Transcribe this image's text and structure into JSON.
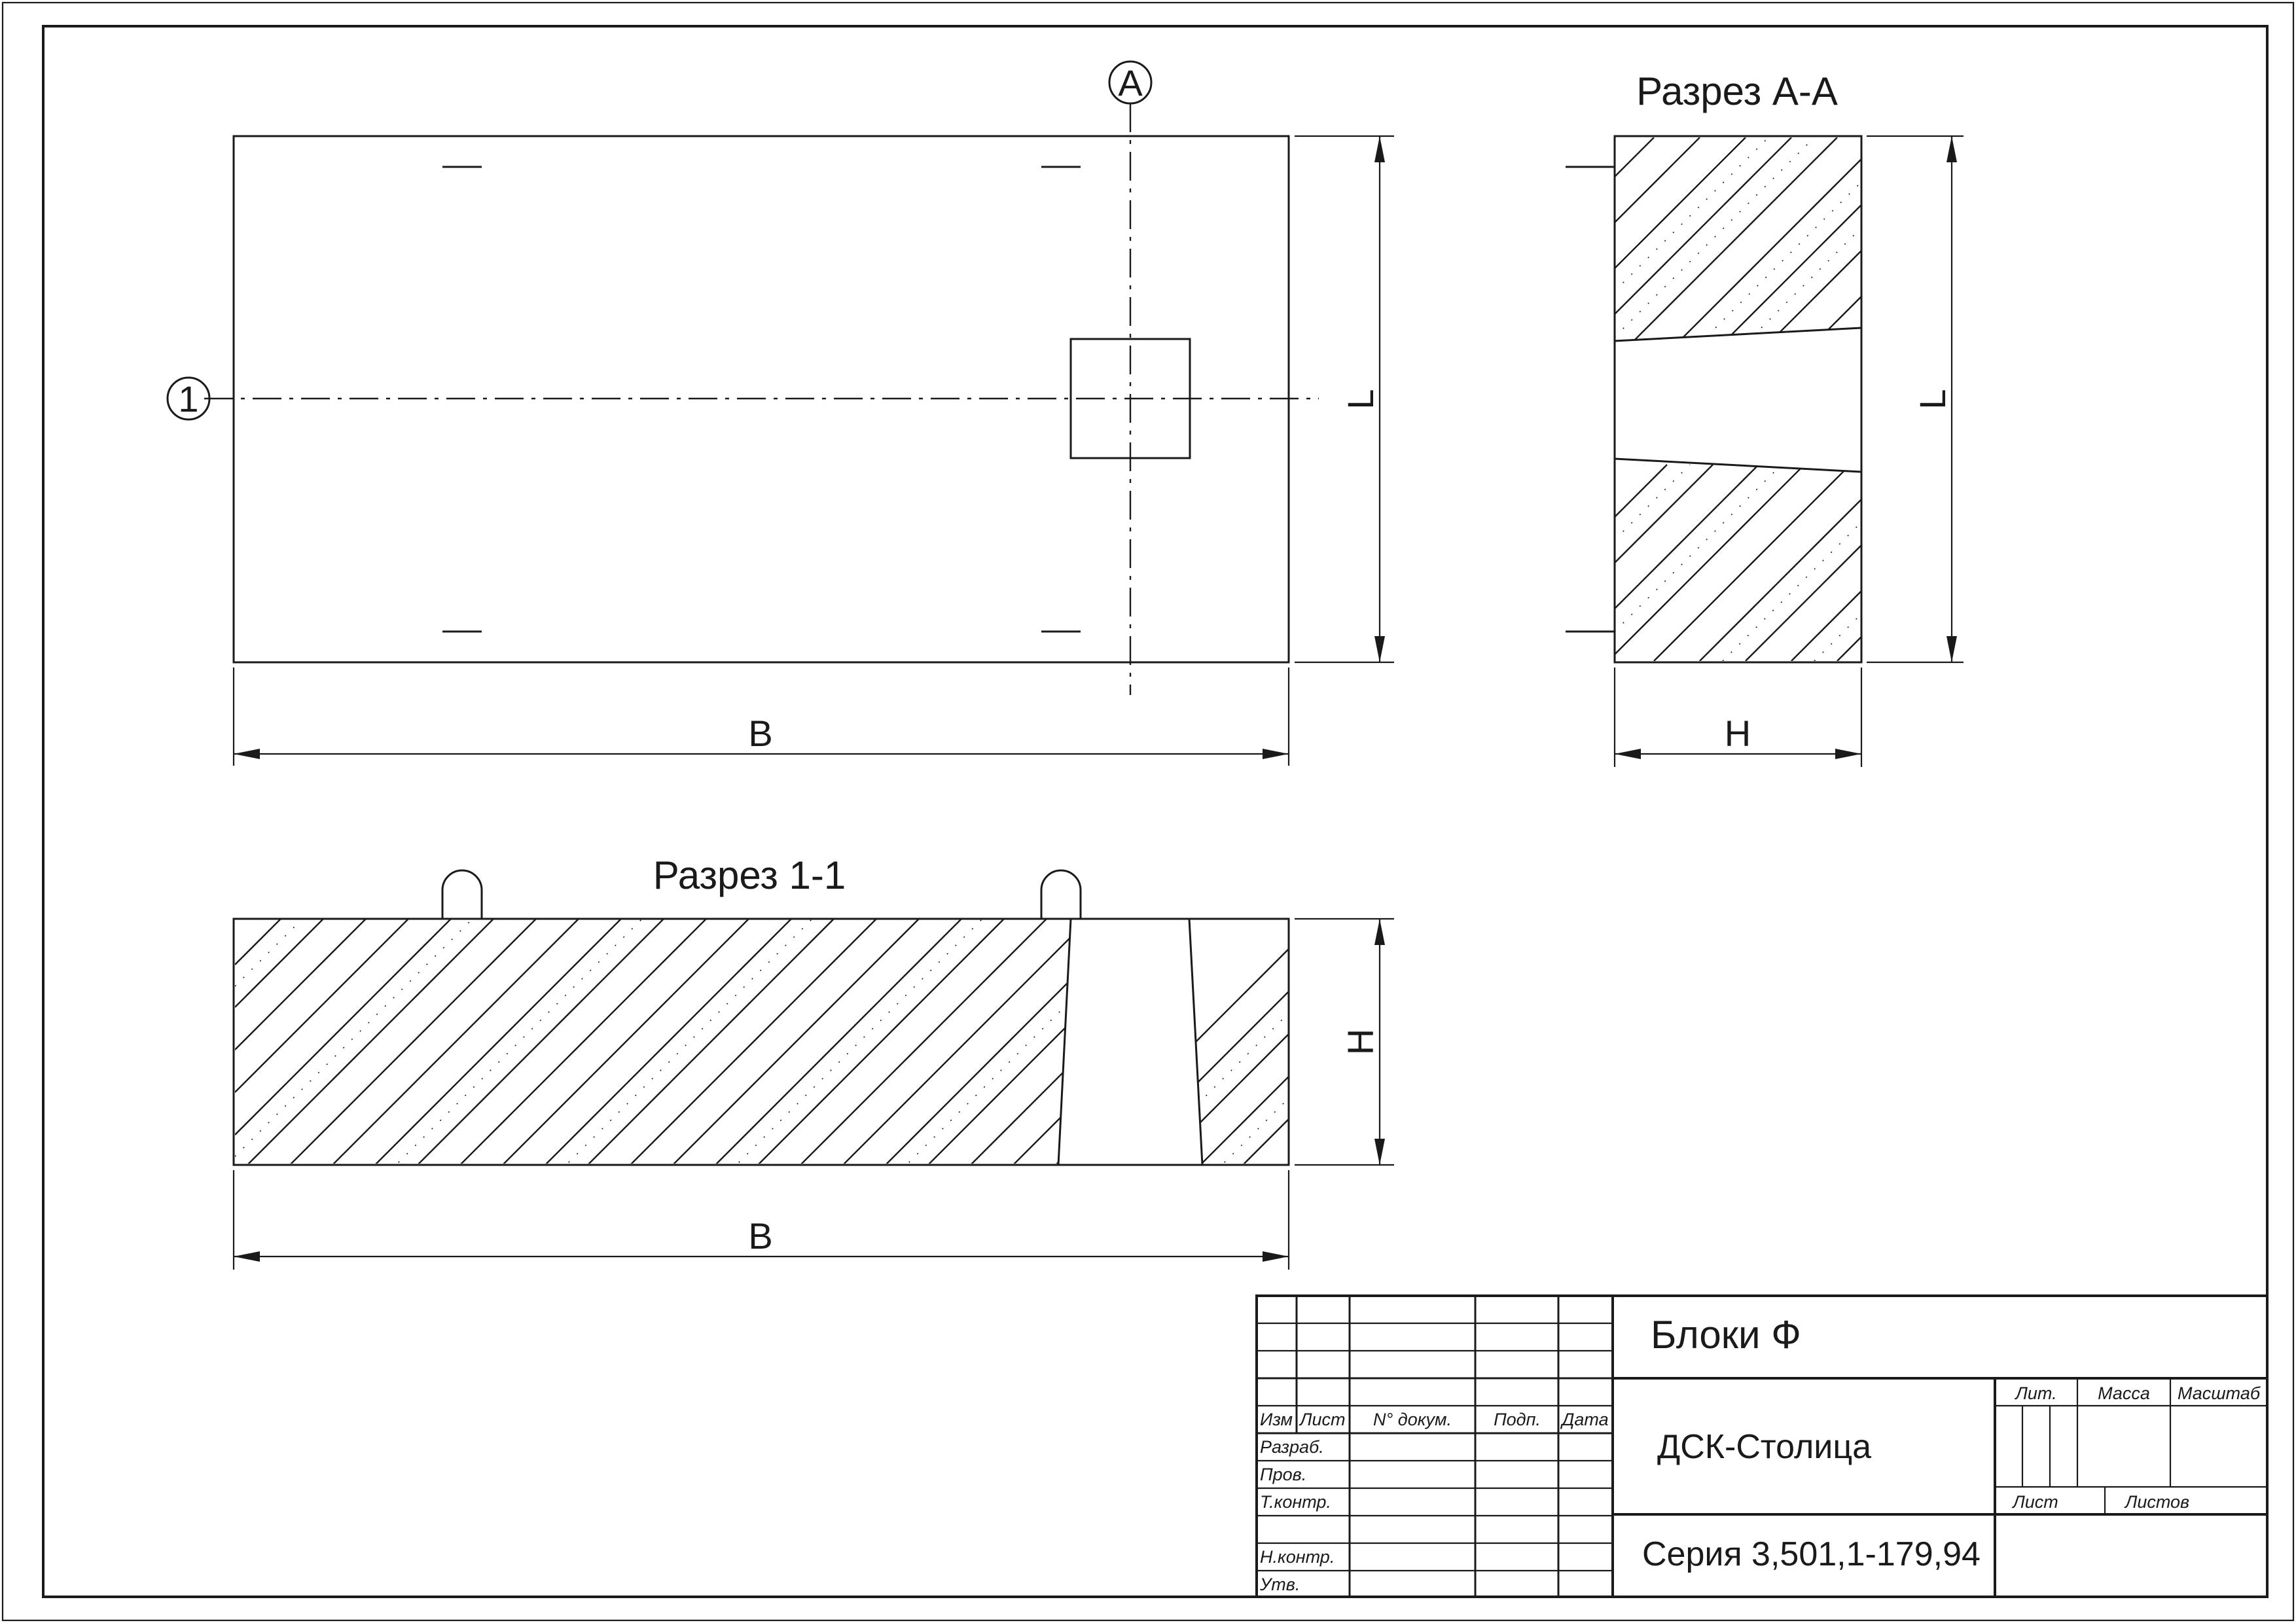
{
  "drawing": {
    "section_aa_title": "Разрез А-А",
    "section_11_title": "Разрез 1-1",
    "axis_a_mark": "А",
    "axis_1_mark": "1",
    "dim_b_top": "B",
    "dim_l_top": "L",
    "dim_l_section": "L",
    "dim_h_section": "H",
    "dim_h_side": "H",
    "dim_b_bottom": "B"
  },
  "title_block": {
    "name": "Блоки Ф",
    "organization": "ДСК-Столица",
    "series": "Серия 3,501,1-179,94",
    "col_izm": "Изм",
    "col_list": "Лист",
    "col_doc": "N° докум.",
    "col_sign": "Подп.",
    "col_date": "Дата",
    "row_razrab": "Разраб.",
    "row_prov": "Пров.",
    "row_tkontr": "Т.контр.",
    "row_nkontr": "Н.контр.",
    "row_utv": "Утв.",
    "lit": "Лит.",
    "massa": "Масса",
    "masshtab": "Масштаб",
    "sheet": "Лист",
    "sheets": "Листов"
  }
}
